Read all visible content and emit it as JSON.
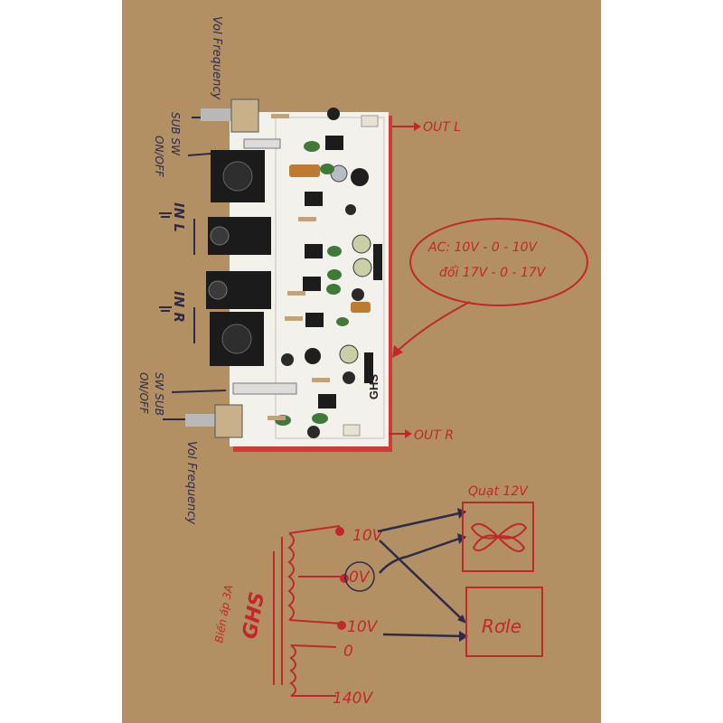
{
  "board": {
    "brand": "GHS",
    "inputs": [
      "IN L",
      "IN R"
    ]
  },
  "labels": {
    "out_l": "OUT L",
    "out_r": "OUT R",
    "vol_top": "Vol Frequency",
    "vol_bottom": "Vol Frequency",
    "sub_sw_top": "SUB SW",
    "on_off_top": "ON/OFF",
    "sw_sub_bottom": "SW SUB",
    "on_off_bottom": "ON/OFF"
  },
  "power_note": {
    "ac_line": "AC: 10V - 0 - 10V",
    "dc_line": "đổi 17V - 0 - 17V"
  },
  "transformer": {
    "title": "GHS",
    "subtitle": "Biến áp 3A",
    "taps": [
      "10V",
      "0V",
      "10V",
      "0",
      "140V"
    ]
  },
  "fan": {
    "label": "Quạt 12V"
  },
  "relay": {
    "label": "Rơle"
  },
  "colors": {
    "cardboard": "#b79468",
    "pcb": "#f3f1ec",
    "pcb_edge": "#d23a3a",
    "ink_red": "#c1282b",
    "ink_dark": "#2e2b4a"
  }
}
